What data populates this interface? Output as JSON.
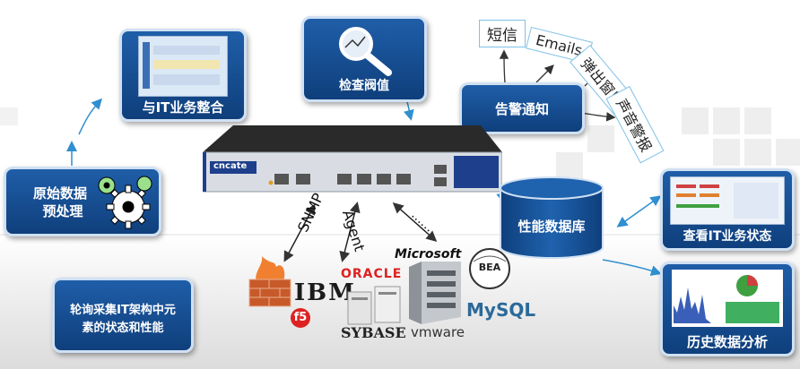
{
  "cards": {
    "preprocess": {
      "line1": "原始数据",
      "line2": "预处理"
    },
    "integration": {
      "label": "与IT业务整合"
    },
    "threshold": {
      "label": "检查阀值"
    },
    "alert": {
      "label": "告警通知"
    },
    "database": {
      "label": "性能数据库"
    },
    "view_status": {
      "label": "查看IT业务状态"
    },
    "history": {
      "label": "历史数据分析"
    },
    "polling": {
      "line1": "轮询采集IT架构中元",
      "line2": "素的状态和性能"
    }
  },
  "notifications": {
    "sms": "短信",
    "emails": "Emails",
    "popup": "弹出窗口",
    "sound": "声音警报"
  },
  "protocols": {
    "snmp": "SNMP",
    "agent": "Agent",
    "dots": "……"
  },
  "device": {
    "brand": "cncate"
  },
  "vendors": {
    "oracle": "ORACLE",
    "microsoft": "Microsoft",
    "ibm": "IBM",
    "f5": "f5",
    "sybase": "SYBASE",
    "vmware": "vmware",
    "mysql": "MySQL",
    "bea": "BEA"
  },
  "colors": {
    "card": "#164d93",
    "accent": "#2f8fd0"
  }
}
